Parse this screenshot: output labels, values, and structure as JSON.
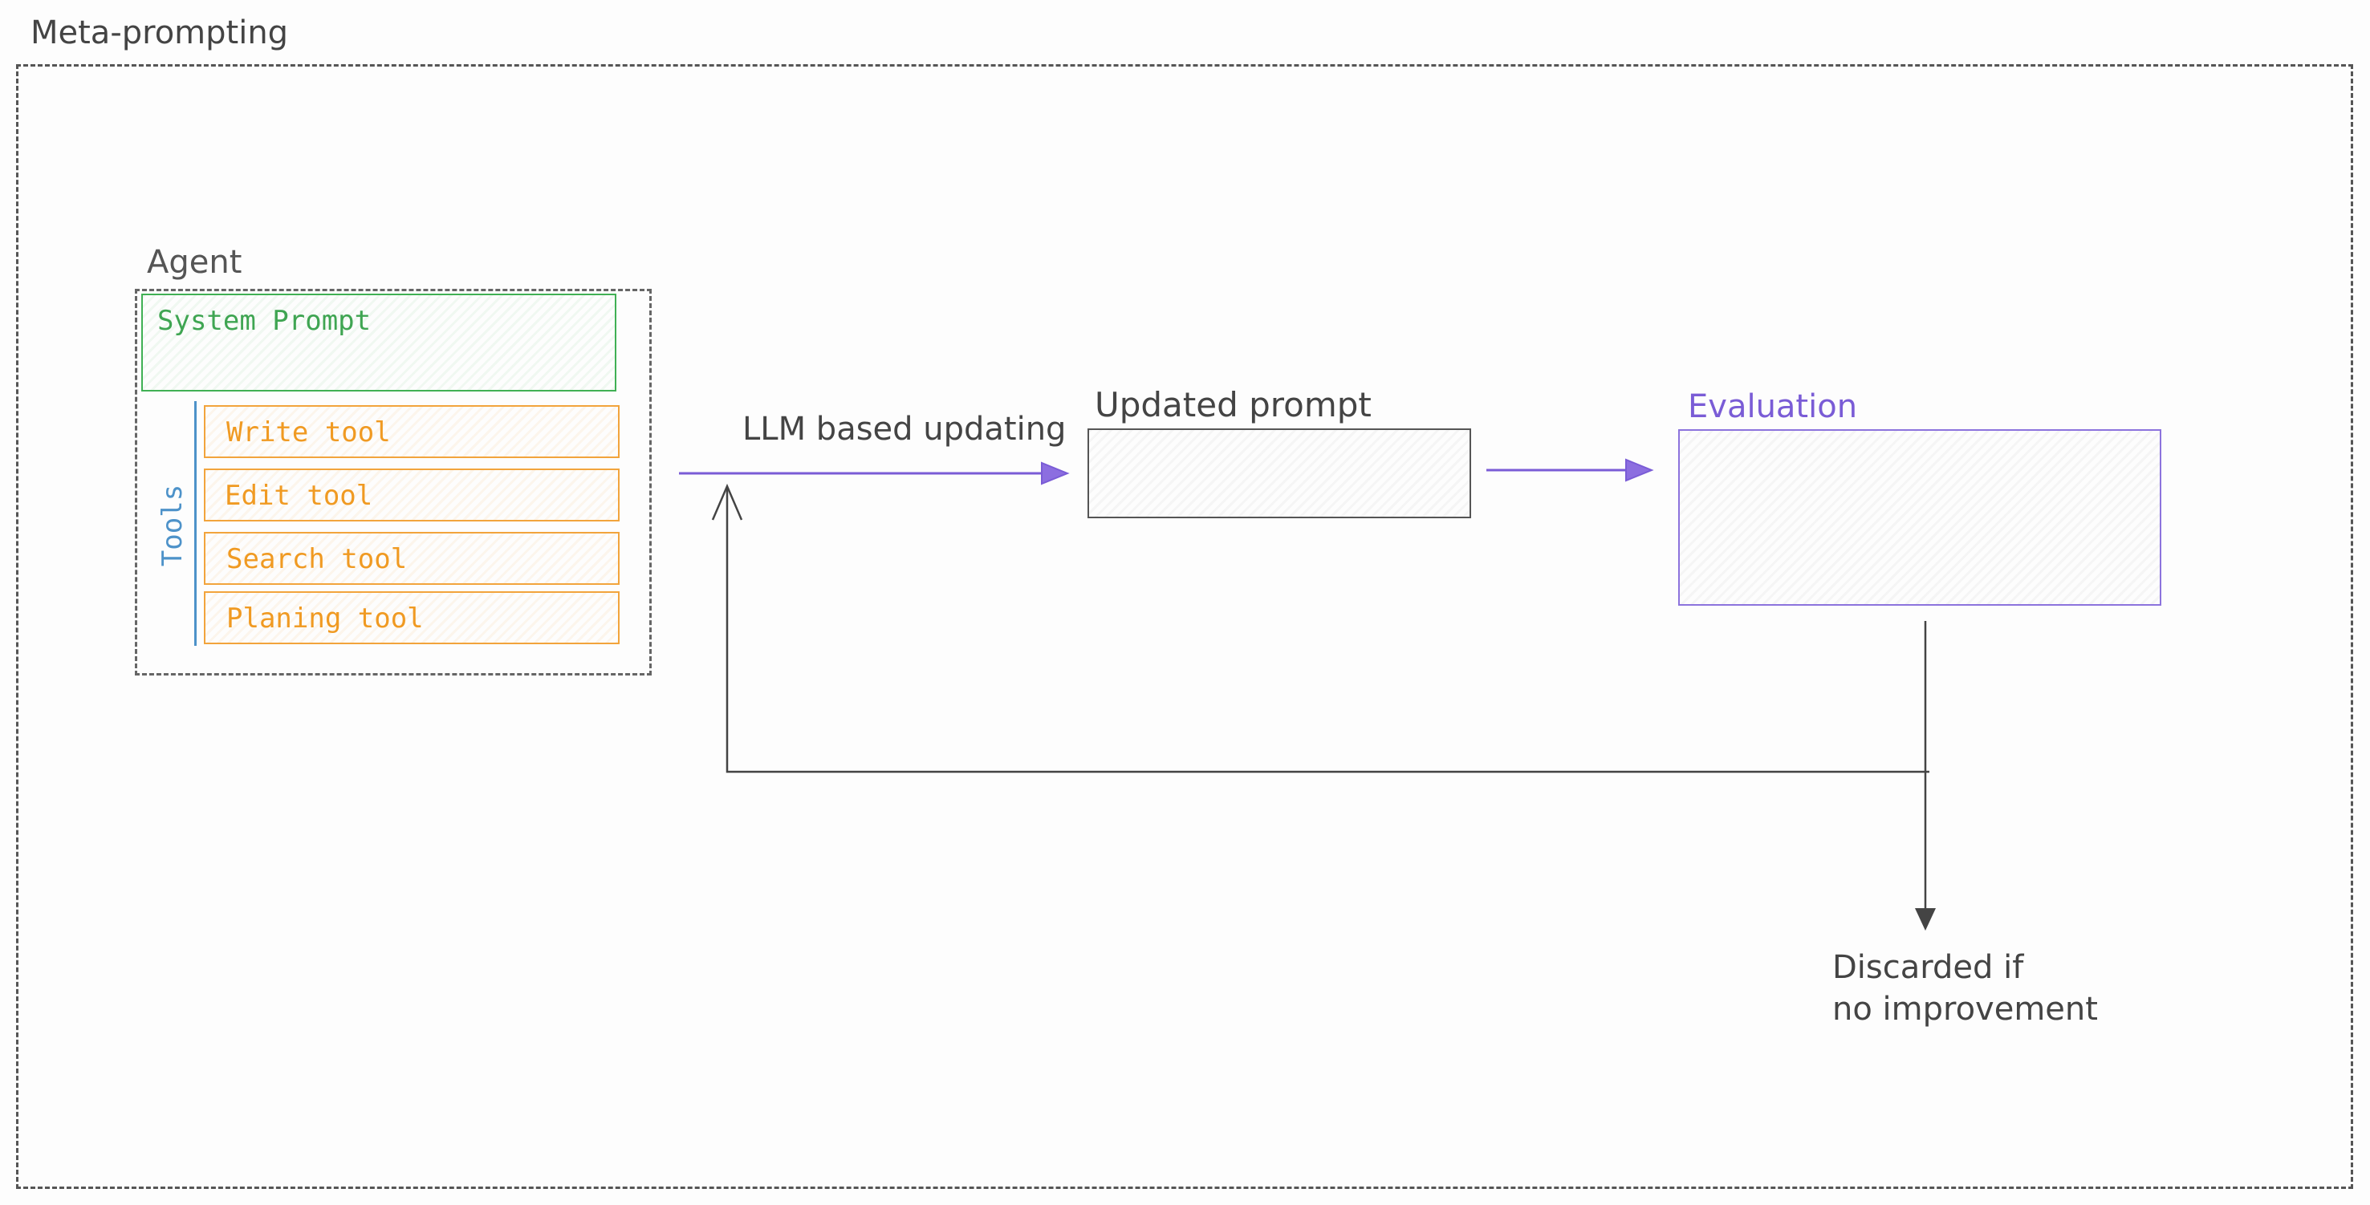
{
  "outer_group": {
    "title": "Meta-prompting"
  },
  "agent": {
    "title": "Agent",
    "system_prompt": "System Prompt",
    "tools_label": "Tools",
    "tools": [
      "Write tool",
      "Edit tool",
      "Search tool",
      "Planing tool"
    ]
  },
  "updating_edge": {
    "label": "LLM based updating"
  },
  "updated_prompt": {
    "title": "Updated prompt"
  },
  "evaluation": {
    "title": "Evaluation"
  },
  "discard_note": {
    "line1": "Discarded if",
    "line2": "no improvement"
  },
  "colors": {
    "system_prompt": "#40b054",
    "tools": "#f2a43c",
    "tools_label": "#4d92c9",
    "evaluation": "#8c73dd",
    "flow_arrow": "#7a5cd6",
    "frame": "#555555"
  }
}
